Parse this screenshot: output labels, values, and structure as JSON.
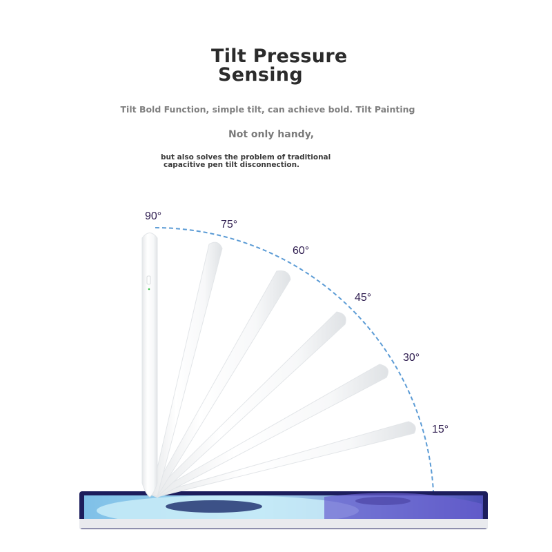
{
  "heading": {
    "line1": "Tilt Pressure",
    "line2": "Sensing"
  },
  "subtitle": "Tilt Bold Function, simple tilt, can achieve bold. Tilt Painting",
  "lead": "Not only handy,",
  "detail": {
    "line1": "but also solves the problem of traditional",
    "line2": "capacitive pen tilt disconnection."
  },
  "angles": [
    "90°",
    "75°",
    "60°",
    "45°",
    "30°",
    "15°"
  ],
  "colors": {
    "arc": "#5b9bd5",
    "angle_text": "#2d1b4e",
    "tablet_frame": "#1c1d5c",
    "screen": "#a9d8ef"
  }
}
